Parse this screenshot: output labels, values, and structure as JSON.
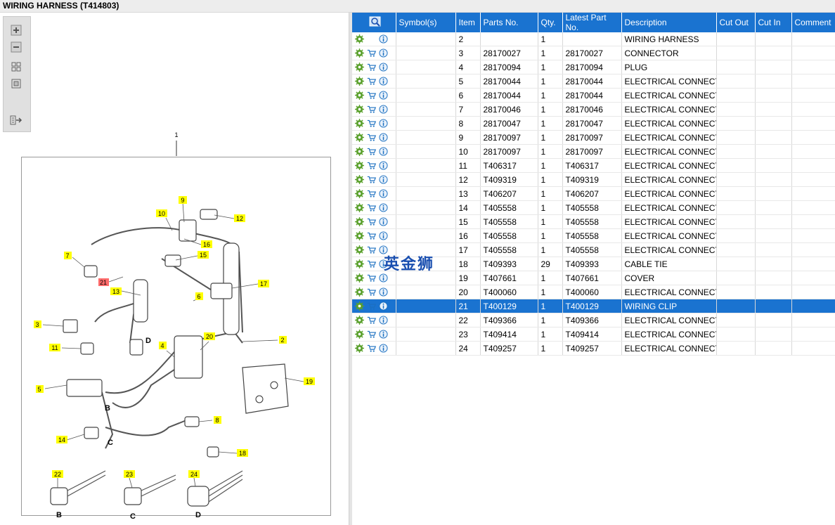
{
  "title": "WIRING HARNESS (T414803)",
  "toolbar": {
    "icons": [
      "zoom-in-icon",
      "zoom-out-icon",
      "fit-icon",
      "window-icon",
      "export-icon"
    ]
  },
  "diagram": {
    "top_label": "1",
    "callouts": [
      "9",
      "10",
      "12",
      "16",
      "15",
      "7",
      "21",
      "17",
      "13",
      "6",
      "3",
      "2",
      "11",
      "D",
      "4",
      "20",
      "19",
      "5",
      "8",
      "14",
      "C",
      "B",
      "18",
      "22",
      "23",
      "24",
      "B",
      "C",
      "D"
    ],
    "highlighted": "21"
  },
  "watermark": "英金狮",
  "grid": {
    "columns": [
      "",
      "Symbol(s)",
      "Item",
      "Parts No.",
      "Qty.",
      "Latest Part No.",
      "Description",
      "Cut Out",
      "Cut In",
      "Comment"
    ],
    "rows": [
      {
        "item": "2",
        "part": "",
        "qty": "1",
        "latest": "",
        "desc": "WIRING HARNESS",
        "cart": false
      },
      {
        "item": "3",
        "part": "28170027",
        "qty": "1",
        "latest": "28170027",
        "desc": "CONNECTOR",
        "cart": true
      },
      {
        "item": "4",
        "part": "28170094",
        "qty": "1",
        "latest": "28170094",
        "desc": "PLUG",
        "cart": true
      },
      {
        "item": "5",
        "part": "28170044",
        "qty": "1",
        "latest": "28170044",
        "desc": "ELECTRICAL CONNECTOR",
        "cart": true
      },
      {
        "item": "6",
        "part": "28170044",
        "qty": "1",
        "latest": "28170044",
        "desc": "ELECTRICAL CONNECTOR",
        "cart": true
      },
      {
        "item": "7",
        "part": "28170046",
        "qty": "1",
        "latest": "28170046",
        "desc": "ELECTRICAL CONNECTOR",
        "cart": true
      },
      {
        "item": "8",
        "part": "28170047",
        "qty": "1",
        "latest": "28170047",
        "desc": "ELECTRICAL CONNECTOR",
        "cart": true
      },
      {
        "item": "9",
        "part": "28170097",
        "qty": "1",
        "latest": "28170097",
        "desc": "ELECTRICAL CONNECTOR",
        "cart": true
      },
      {
        "item": "10",
        "part": "28170097",
        "qty": "1",
        "latest": "28170097",
        "desc": "ELECTRICAL CONNECTOR",
        "cart": true
      },
      {
        "item": "11",
        "part": "T406317",
        "qty": "1",
        "latest": "T406317",
        "desc": "ELECTRICAL CONNECTOR",
        "cart": true
      },
      {
        "item": "12",
        "part": "T409319",
        "qty": "1",
        "latest": "T409319",
        "desc": "ELECTRICAL CONNECTOR",
        "cart": true
      },
      {
        "item": "13",
        "part": "T406207",
        "qty": "1",
        "latest": "T406207",
        "desc": "ELECTRICAL CONNECTOR",
        "cart": true
      },
      {
        "item": "14",
        "part": "T405558",
        "qty": "1",
        "latest": "T405558",
        "desc": "ELECTRICAL CONNECTOR",
        "cart": true
      },
      {
        "item": "15",
        "part": "T405558",
        "qty": "1",
        "latest": "T405558",
        "desc": "ELECTRICAL CONNECTOR",
        "cart": true
      },
      {
        "item": "16",
        "part": "T405558",
        "qty": "1",
        "latest": "T405558",
        "desc": "ELECTRICAL CONNECTOR",
        "cart": true
      },
      {
        "item": "17",
        "part": "T405558",
        "qty": "1",
        "latest": "T405558",
        "desc": "ELECTRICAL CONNECTOR",
        "cart": true
      },
      {
        "item": "18",
        "part": "T409393",
        "qty": "29",
        "latest": "T409393",
        "desc": "CABLE TIE",
        "cart": true
      },
      {
        "item": "19",
        "part": "T407661",
        "qty": "1",
        "latest": "T407661",
        "desc": "COVER",
        "cart": true
      },
      {
        "item": "20",
        "part": "T400060",
        "qty": "1",
        "latest": "T400060",
        "desc": "ELECTRICAL CONNECTOR",
        "cart": true
      },
      {
        "item": "21",
        "part": "T400129",
        "qty": "1",
        "latest": "T400129",
        "desc": "WIRING CLIP",
        "cart": true,
        "selected": true
      },
      {
        "item": "22",
        "part": "T409366",
        "qty": "1",
        "latest": "T409366",
        "desc": "ELECTRICAL CONNECTOR",
        "cart": true
      },
      {
        "item": "23",
        "part": "T409414",
        "qty": "1",
        "latest": "T409414",
        "desc": "ELECTRICAL CONNECTOR",
        "cart": true
      },
      {
        "item": "24",
        "part": "T409257",
        "qty": "1",
        "latest": "T409257",
        "desc": "ELECTRICAL CONNECTOR",
        "cart": true
      }
    ]
  },
  "colors": {
    "header": "#1a73d0",
    "selected": "#1a73d0",
    "callout": "#ffff00",
    "highlight": "#ff6b6b"
  }
}
